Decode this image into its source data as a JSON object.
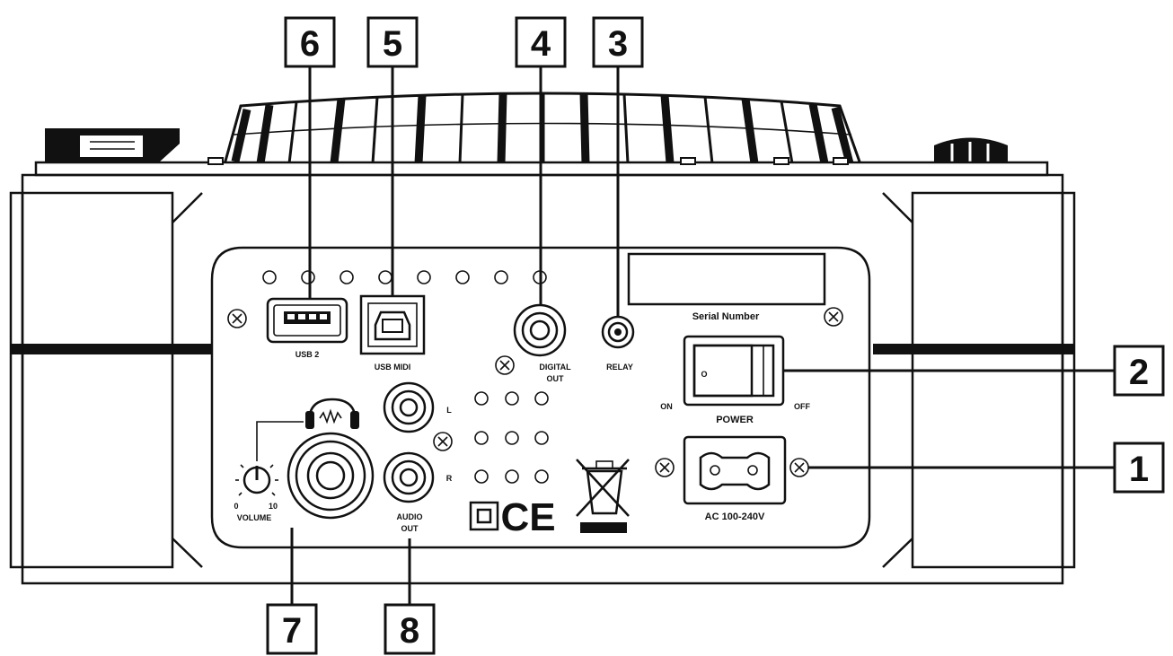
{
  "callouts": {
    "c1": "1",
    "c2": "2",
    "c3": "3",
    "c4": "4",
    "c5": "5",
    "c6": "6",
    "c7": "7",
    "c8": "8"
  },
  "labels": {
    "usb": "USB 2",
    "usb_midi": "USB MIDI",
    "digital_out_1": "DIGITAL",
    "digital_out_2": "OUT",
    "relay": "RELAY",
    "serial_number": "Serial Number",
    "on": "ON",
    "off": "OFF",
    "power": "POWER",
    "ac": "AC 100-240V",
    "audio_l": "L",
    "audio_r": "R",
    "audio_out_1": "AUDIO",
    "audio_out_2": "OUT",
    "volume": "VOLUME",
    "vol_min": "0",
    "vol_max": "10",
    "ce_mark": "CE",
    "switch_o": "O"
  },
  "icons": {
    "headphones": "headphones-icon",
    "weee": "crossed-bin-icon",
    "double_insulation": "double-square-icon",
    "screw": "screw-icon"
  }
}
